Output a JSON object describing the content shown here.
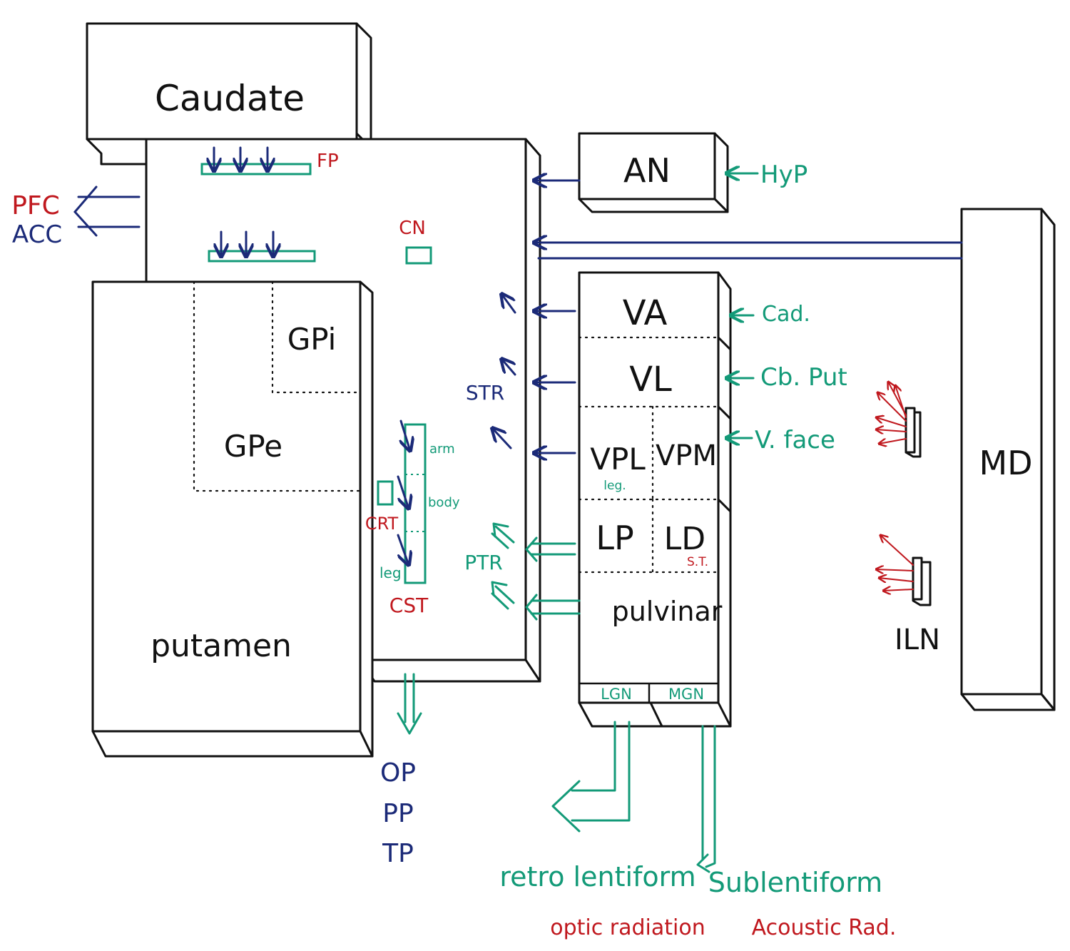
{
  "colors": {
    "ink": "#111111",
    "blue": "#1b2a78",
    "red": "#c0181e",
    "green": "#139a78"
  },
  "labels": {
    "caudate": "Caudate",
    "putamen": "putamen",
    "gpi": "GPi",
    "gpe": "GPe",
    "an": "AN",
    "md": "MD",
    "va": "VA",
    "vl": "VL",
    "vpl": "VPL",
    "vpl_sub": "leg.",
    "vpm": "VPM",
    "lp": "LP",
    "ld": "LD",
    "ld_sub": "S.T.",
    "pulvinar": "pulvinar",
    "lgn": "LGN",
    "mgn": "MGN",
    "iln": "ILN"
  },
  "capsule_labels": {
    "fp": "FP",
    "cn": "CN",
    "str": "STR",
    "ptr": "PTR",
    "crt": "CRT",
    "cst": "CST",
    "arm": "arm",
    "body": "body",
    "leg": "leg"
  },
  "inputs": {
    "hyp": "HyP",
    "cad": "Cad.",
    "cb_put": "Cb. Put",
    "v_face": "V. face"
  },
  "cortex_targets": {
    "pfc": "PFC",
    "acc": "ACC",
    "op": "OP",
    "pp": "PP",
    "tp": "TP"
  },
  "radiations": {
    "retro": "retro lentiform",
    "sub": "Sublentiform",
    "optic": "optic radiation",
    "acoustic": "Acoustic Rad."
  }
}
